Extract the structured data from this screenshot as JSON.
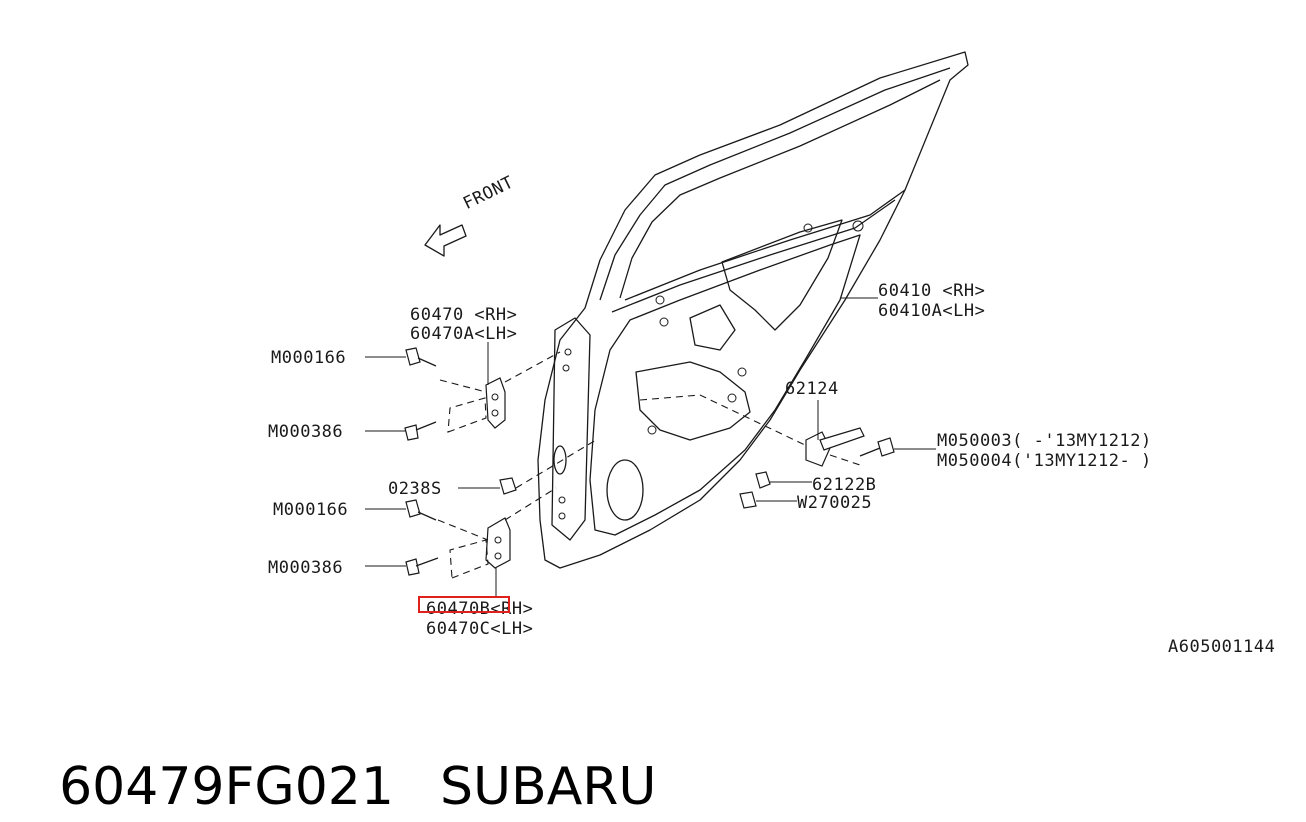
{
  "diagram": {
    "direction_label": "FRONT",
    "door_shell_labels": [
      "60410 <RH>",
      "60410A<LH>"
    ],
    "upper_hinge_labels": [
      "60470 <RH>",
      "60470A<LH>"
    ],
    "lower_hinge_labels": [
      "60470B<RH>",
      "60470C<LH>"
    ],
    "bolt_upper_a": "M000166",
    "bolt_upper_b": "M000386",
    "bolt_lower_a": "M000166",
    "bolt_lower_b": "M000386",
    "nut": "0238S",
    "checker": "62124",
    "checker_bolt_labels": [
      "M050003( -'13MY1212)",
      "M050004('13MY1212- )"
    ],
    "checker_nut": "62122B",
    "plug": "W270025",
    "figure_code": "A605001144",
    "highlight_color": "#e0201c"
  },
  "caption": {
    "part_number": "60479FG021",
    "brand": "SUBARU"
  }
}
